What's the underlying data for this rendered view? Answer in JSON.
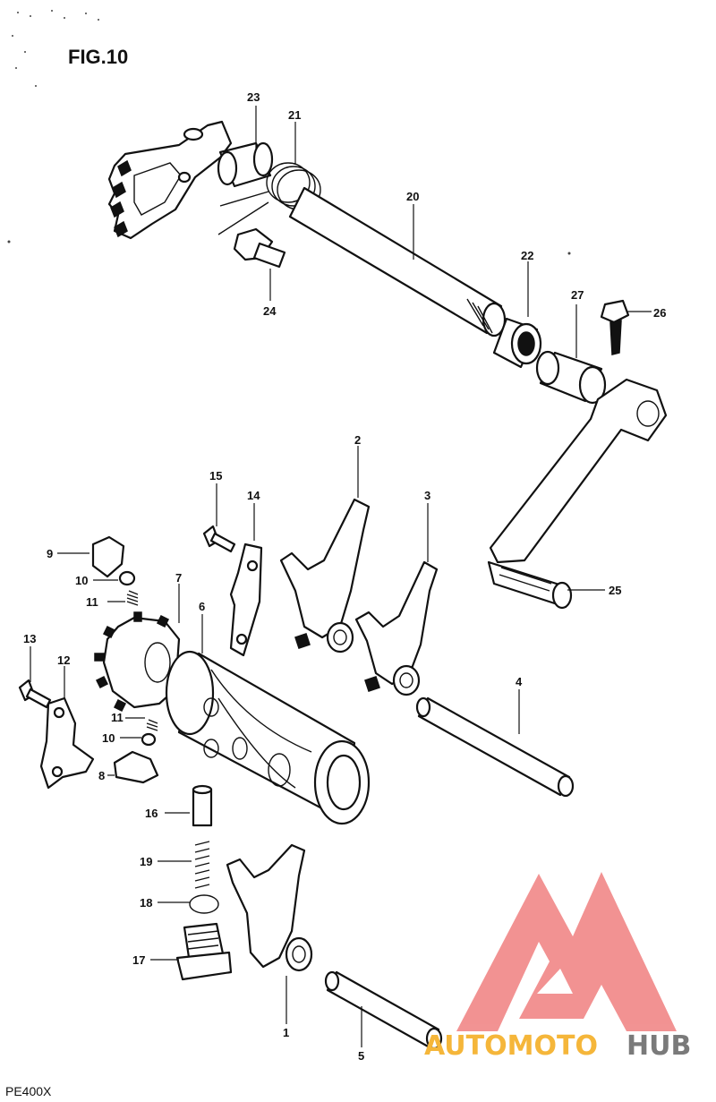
{
  "figure": {
    "title": "FIG.10",
    "model": "PE400X"
  },
  "parts": [
    {
      "no": "1"
    },
    {
      "no": "2"
    },
    {
      "no": "3"
    },
    {
      "no": "4"
    },
    {
      "no": "5"
    },
    {
      "no": "6"
    },
    {
      "no": "7"
    },
    {
      "no": "8"
    },
    {
      "no": "9"
    },
    {
      "no": "10"
    },
    {
      "no": "10"
    },
    {
      "no": "11"
    },
    {
      "no": "11"
    },
    {
      "no": "12"
    },
    {
      "no": "13"
    },
    {
      "no": "14"
    },
    {
      "no": "15"
    },
    {
      "no": "16"
    },
    {
      "no": "17"
    },
    {
      "no": "18"
    },
    {
      "no": "19"
    },
    {
      "no": "20"
    },
    {
      "no": "21"
    },
    {
      "no": "22"
    },
    {
      "no": "23"
    },
    {
      "no": "24"
    },
    {
      "no": "25"
    },
    {
      "no": "26"
    },
    {
      "no": "27"
    }
  ],
  "watermark": {
    "text_a": "AUTOMOTO",
    "text_b": "HUB",
    "colors": {
      "logo": "#f08080",
      "text_a": "#f5b63a",
      "text_b": "#7a7a7a"
    }
  }
}
